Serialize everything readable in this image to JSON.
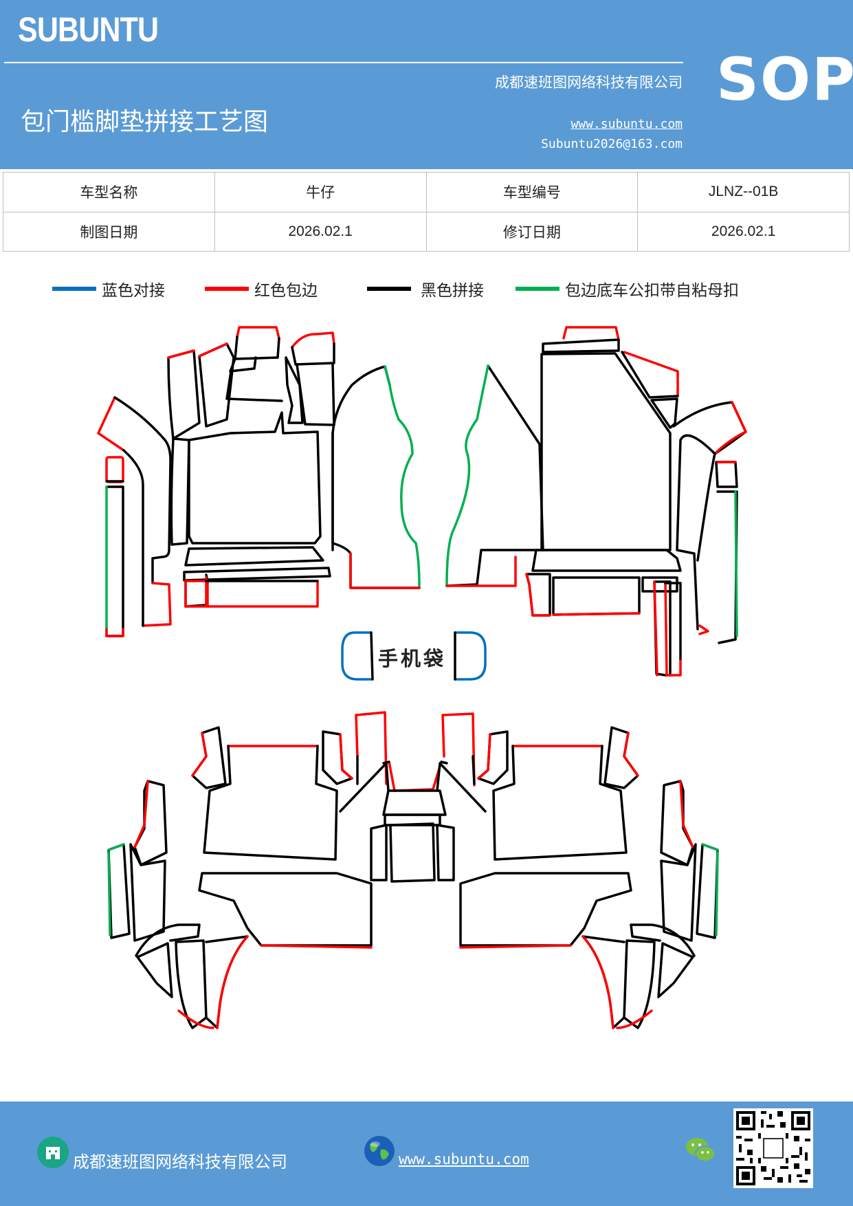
{
  "header": {
    "brand": "SUBUNTU",
    "company": "成都速班图网络科技有限公司",
    "title": "包门槛脚垫拼接工艺图",
    "website": "www.subuntu.com",
    "email": "Subuntu2026@163.com",
    "badge": "SOP"
  },
  "info_table": {
    "rows": [
      {
        "label1": "车型名称",
        "value1": "牛仔",
        "label2": "车型编号",
        "value2": "JLNZ--01B"
      },
      {
        "label1": "制图日期",
        "value1": "2026.02.1",
        "label2": "修订日期",
        "value2": "2026.02.1"
      }
    ]
  },
  "legend": [
    {
      "label": "蓝色对接",
      "color": "#0070c0"
    },
    {
      "label": "红色包边",
      "color": "#ff0000"
    },
    {
      "label": "黑色拼接",
      "color": "#000000"
    },
    {
      "label": "包边底车公扣带自粘母扣",
      "color": "#00b050"
    }
  ],
  "diagram": {
    "phone_pocket_label": "手机袋"
  },
  "footer": {
    "company": "成都速班图网络科技有限公司",
    "website": "www.subuntu.com",
    "icons": [
      "building-icon",
      "globe-icon",
      "wechat-icon",
      "qr-code"
    ]
  }
}
